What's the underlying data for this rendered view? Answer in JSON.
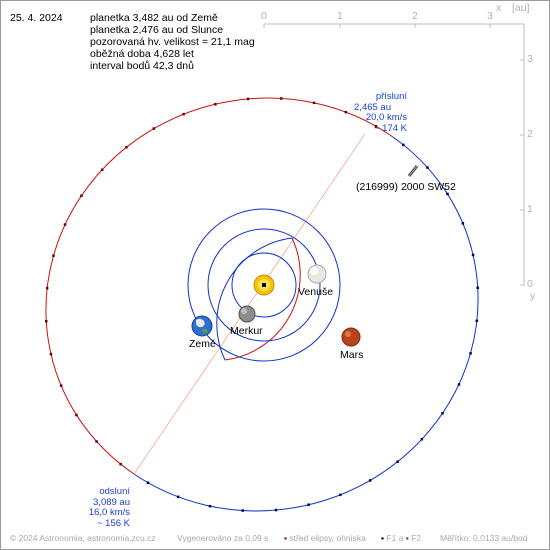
{
  "date": "25. 4. 2024",
  "info": {
    "dist_earth": "planetka 3,482 au od Země",
    "dist_sun": "planetka 2,476 au od Slunce",
    "magnitude": "pozorovaná hv. velikost = 21,1 mag",
    "period": "oběžná doba 4,628 let",
    "interval": "interval bodů 42,3 dnů"
  },
  "axis": {
    "top_ticks": [
      "0",
      "1",
      "2",
      "3"
    ],
    "x_label": "x",
    "unit_label": "[au]",
    "right_ticks": [
      "3",
      "2",
      "1",
      "0"
    ],
    "y_label": "y"
  },
  "labels": {
    "asteroid": "(216999) 2000 SW52",
    "venus": "Venuše",
    "mercury": "Merkur",
    "earth": "Země",
    "mars": "Mars"
  },
  "perihelion": {
    "title": "přísluní",
    "distance": "2,465 au",
    "speed": "20,0 km/s",
    "temperature": "~ 174 K"
  },
  "aphelion": {
    "title": "odsluní",
    "distance": "3,089 au",
    "speed": "16,0 km/s",
    "temperature": "~ 156 K"
  },
  "footer": {
    "copyright": "© 2024 Astronomia, astronomia.zcu.cz",
    "generated": "Vygenerováno za 0,09 s",
    "legend_center": "střed elipsy, ohniska",
    "legend_f1": "F1 a",
    "legend_f2": "F2",
    "scale": "Měřítko: 0,0133 au/bod"
  },
  "colors": {
    "orbit_red": "#cc1111",
    "orbit_blue": "#1130cc",
    "apsis_line": "#f2b8a0",
    "annotation_blue": "#1a3fd8",
    "axis_gray": "#b3b3b3"
  },
  "icons": {
    "sun": "sun-icon",
    "venus": "venus-icon",
    "mercury": "mercury-icon",
    "earth": "earth-icon",
    "mars": "mars-icon",
    "asteroid": "asteroid-marker"
  }
}
